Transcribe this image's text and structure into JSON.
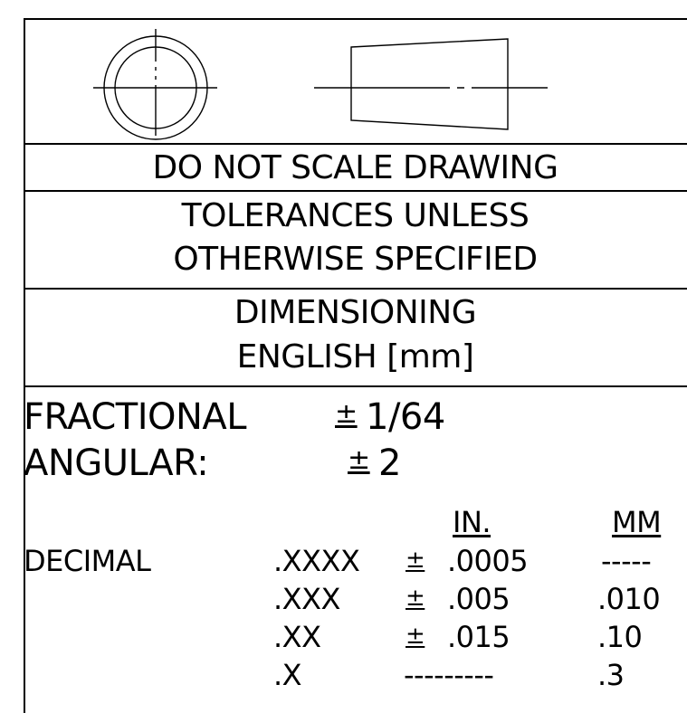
{
  "symbol": {
    "name": "third-angle-projection-symbol"
  },
  "notes": {
    "scale": "DO NOT SCALE DRAWING",
    "tolerance_line1": "TOLERANCES UNLESS",
    "tolerance_line2": "OTHERWISE SPECIFIED",
    "dimensioning_line1": "DIMENSIONING",
    "dimensioning_line2": "ENGLISH [mm]"
  },
  "tolerances": {
    "fractional_label": "FRACTIONAL",
    "fractional_sign": "±",
    "fractional_value": "1/64",
    "angular_label": "ANGULAR:",
    "angular_sign": "±",
    "angular_value": "2",
    "col_in": "IN.",
    "col_mm": "MM",
    "decimal_label": "DECIMAL",
    "rows": [
      {
        "format": ".XXXX",
        "sign": "±",
        "inch": ".0005",
        "mm": "-----"
      },
      {
        "format": ".XXX",
        "sign": "±",
        "inch": ".005",
        "mm": ".010"
      },
      {
        "format": ".XX",
        "sign": "±",
        "inch": ".015",
        "mm": ".10"
      },
      {
        "format": ".X",
        "sign": "",
        "inch": "---------",
        "mm": ".3"
      }
    ]
  }
}
